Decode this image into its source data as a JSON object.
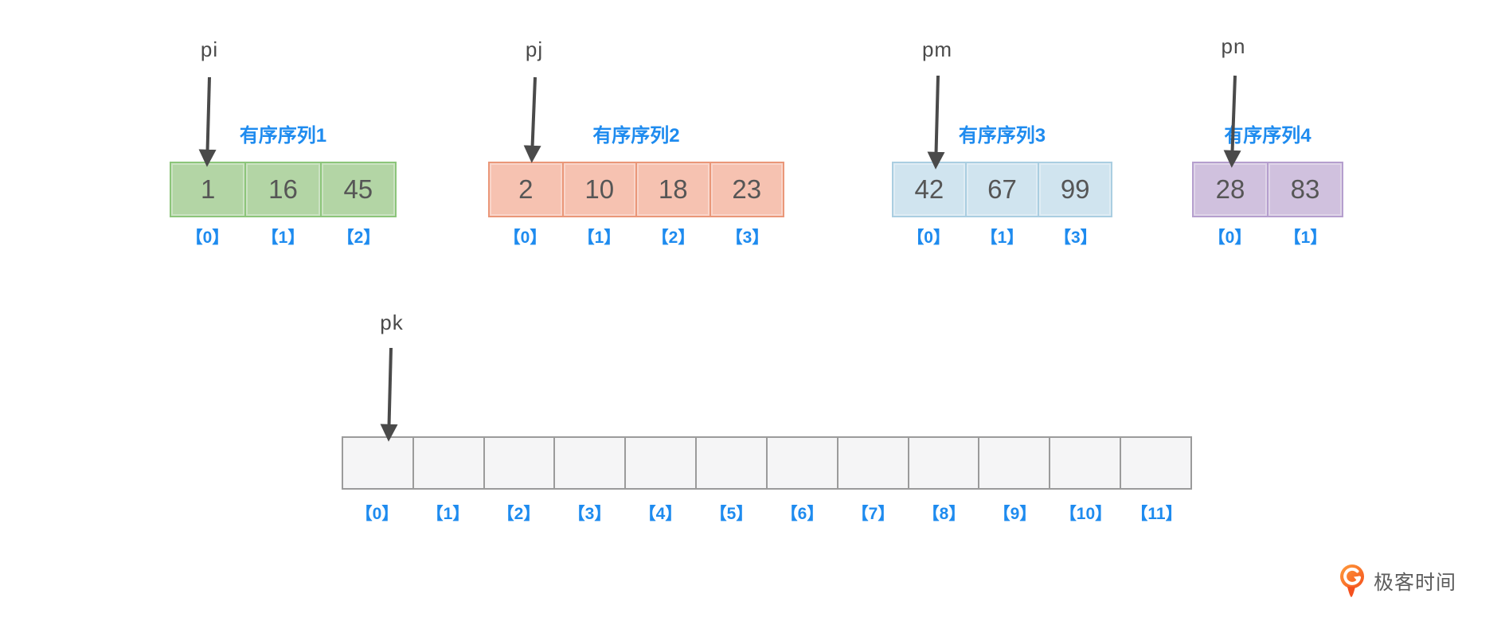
{
  "sequences": [
    {
      "name": "有序序列1",
      "pointer": "pi",
      "values": [
        "1",
        "16",
        "45"
      ],
      "indices": [
        "【0】",
        "【1】",
        "【2】"
      ],
      "fill": "#b3d5a5",
      "border": "#8cc57a"
    },
    {
      "name": "有序序列2",
      "pointer": "pj",
      "values": [
        "2",
        "10",
        "18",
        "23"
      ],
      "indices": [
        "【0】",
        "【1】",
        "【2】",
        "【3】"
      ],
      "fill": "#f6c2b1",
      "border": "#ea9779"
    },
    {
      "name": "有序序列3",
      "pointer": "pm",
      "values": [
        "42",
        "67",
        "99"
      ],
      "indices": [
        "【0】",
        "【1】",
        "【3】"
      ],
      "fill": "#d0e4ef",
      "border": "#aacee1"
    },
    {
      "name": "有序序列4",
      "pointer": "pn",
      "values": [
        "28",
        "83"
      ],
      "indices": [
        "【0】",
        "【1】"
      ],
      "fill": "#d0c1de",
      "border": "#b59fce"
    }
  ],
  "merged_array": {
    "pointer": "pk",
    "values": [
      "",
      "",
      "",
      "",
      "",
      "",
      "",
      "",
      "",
      "",
      "",
      ""
    ],
    "indices": [
      "【0】",
      "【1】",
      "【2】",
      "【3】",
      "【4】",
      "【5】",
      "【6】",
      "【7】",
      "【8】",
      "【9】",
      "【10】",
      "【11】"
    ],
    "fill": "#f5f5f6",
    "border": "#9b9b9b"
  },
  "logo": {
    "text": "极客时间"
  },
  "colors": {
    "label_blue": "#1e8bef",
    "cell_text": "#565656",
    "pointer_gray": "#4a4a4a",
    "logo_orange_light": "#ff9d3c",
    "logo_orange_dark": "#f4511e"
  }
}
